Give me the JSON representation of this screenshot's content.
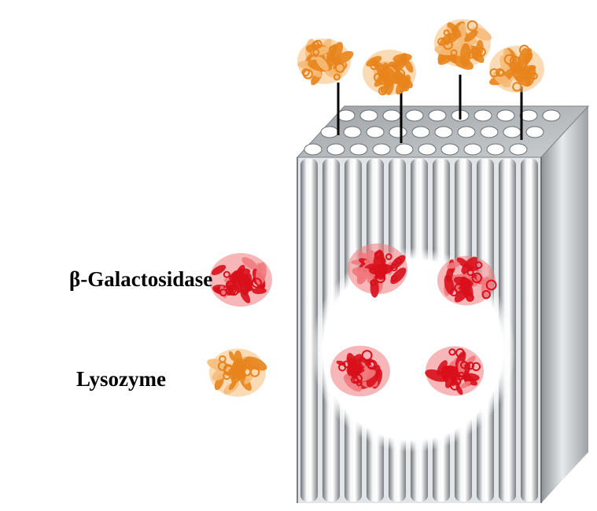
{
  "legend": {
    "galactosidase_label": "β-Galactosidase",
    "lysozyme_label": "Lysozyme"
  },
  "colors": {
    "galactosidase": "#d8101c",
    "galactosidase_light": "#f07a7e",
    "lysozyme": "#e8841c",
    "lysozyme_light": "#f6bd7a",
    "block_side": "#cfd3d6",
    "block_top": "#b9bec2",
    "tether": "#000000"
  },
  "counts": {
    "tethered_lysozyme": 4,
    "encapsulated_galactosidase": 4
  }
}
